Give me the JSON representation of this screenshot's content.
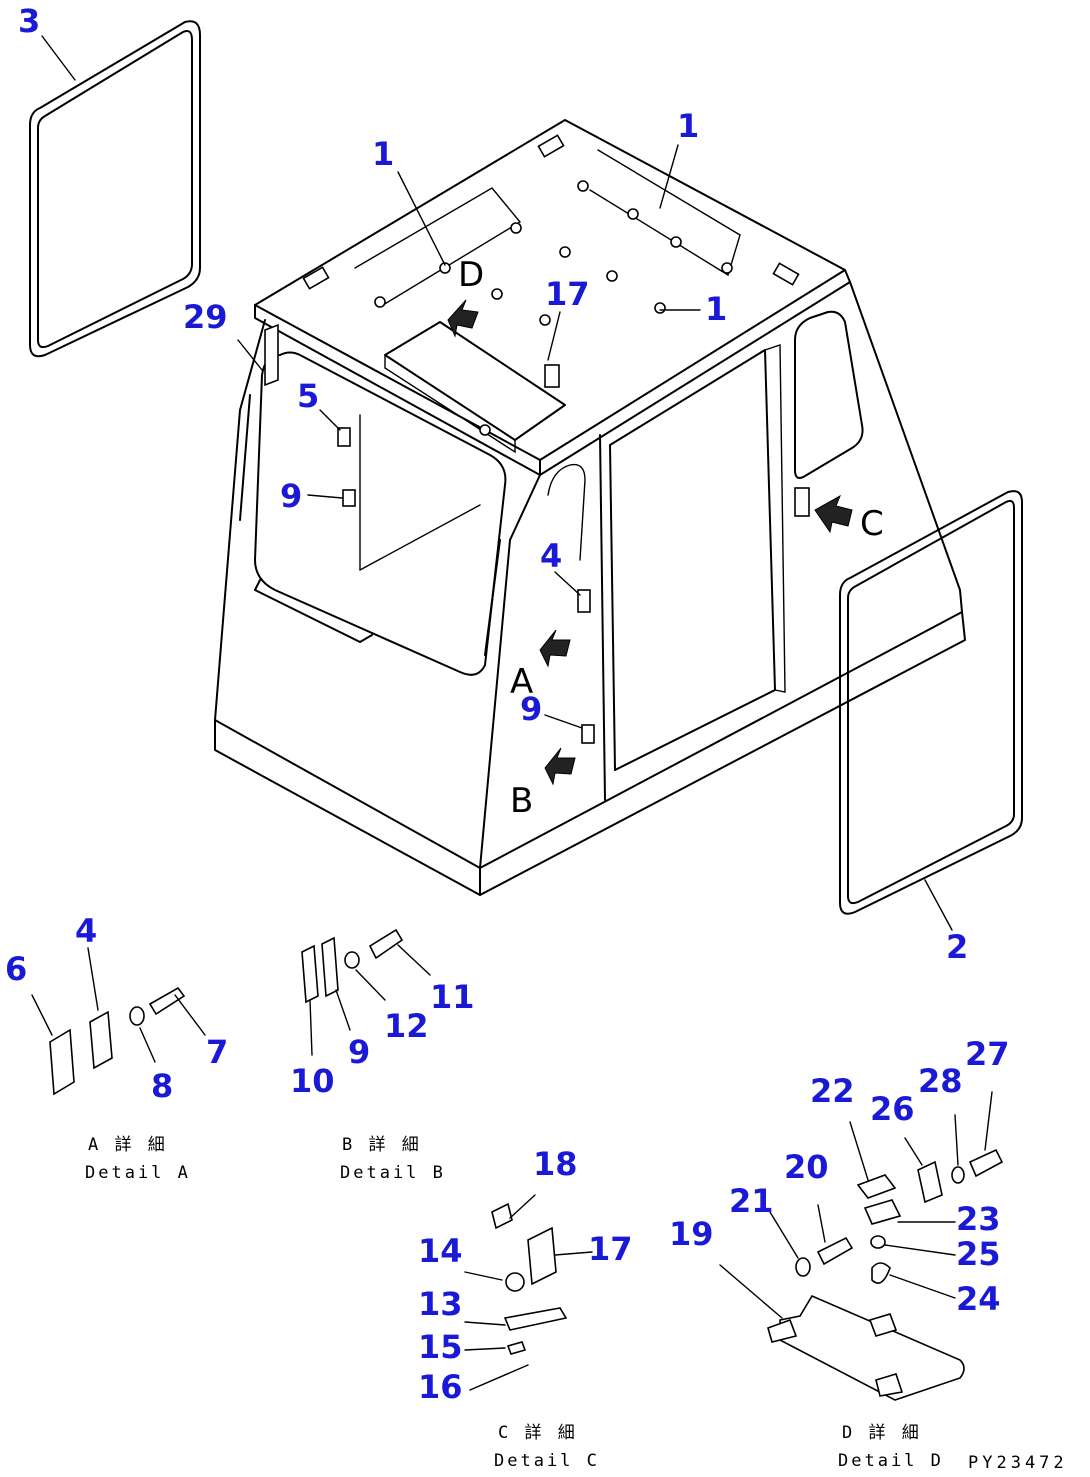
{
  "callouts": {
    "c3": "3",
    "c1a": "1",
    "c1b": "1",
    "c1c": "1",
    "c29": "29",
    "c17a": "17",
    "c5": "5",
    "c9a": "9",
    "c4a": "4",
    "c9b": "9",
    "c2": "2",
    "c4b": "4",
    "c6": "6",
    "c7": "7",
    "c8": "8",
    "c10": "10",
    "c9c": "9",
    "c12": "12",
    "c11": "11",
    "c18": "18",
    "c14": "14",
    "c17b": "17",
    "c13": "13",
    "c15": "15",
    "c16": "16",
    "c19": "19",
    "c20": "20",
    "c21": "21",
    "c22": "22",
    "c23": "23",
    "c24": "24",
    "c25": "25",
    "c26": "26",
    "c27": "27",
    "c28": "28"
  },
  "view_letters": {
    "a": "A",
    "b": "B",
    "c": "C",
    "d": "D"
  },
  "details": {
    "a": {
      "jp": "A 詳 細",
      "en": "Detail A"
    },
    "b": {
      "jp": "B 詳 細",
      "en": "Detail B"
    },
    "c": {
      "jp": "C 詳 細",
      "en": "Detail C"
    },
    "d": {
      "jp": "D 詳 細",
      "en": "Detail D"
    }
  },
  "drawing_number": "PY23472",
  "colors": {
    "callout": "#1a1ad6",
    "line": "#000000"
  }
}
